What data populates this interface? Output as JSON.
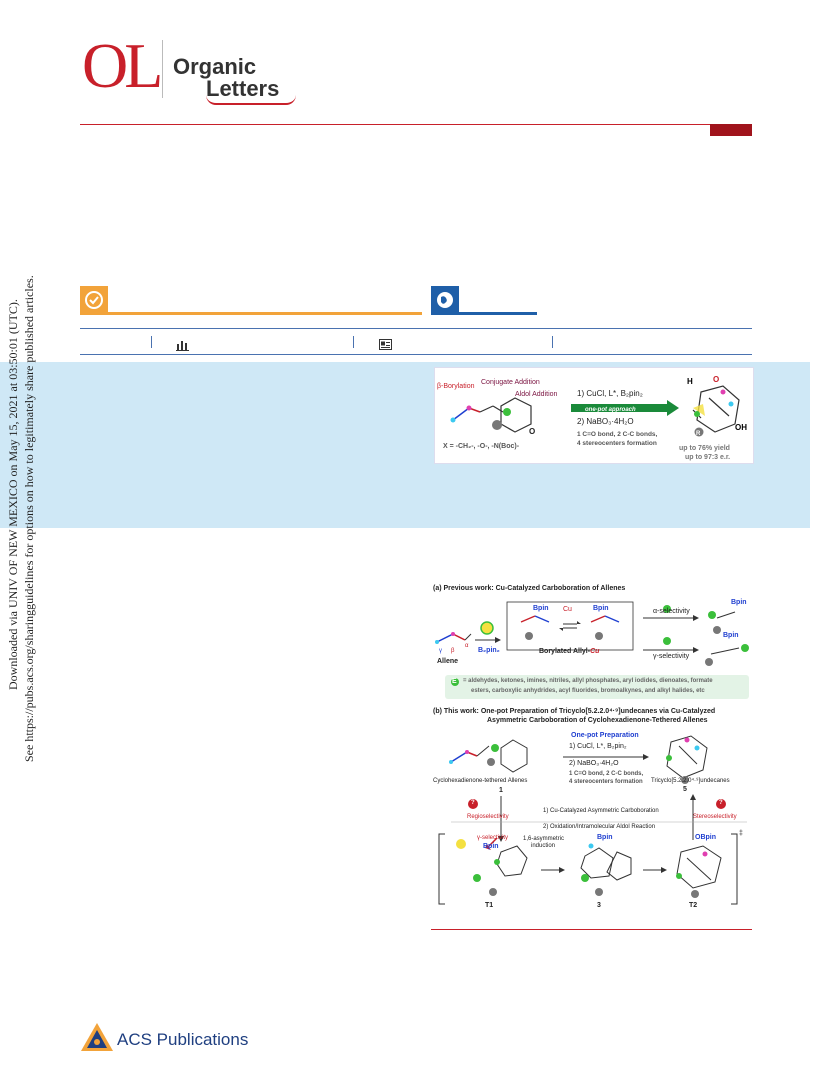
{
  "journal": {
    "logo_letters": "OL",
    "name_line1": "Organic",
    "name_line2": "Letters"
  },
  "sidebar": {
    "line1": "Downloaded via UNIV OF NEW MEXICO on May 15, 2021 at 03:50:01 (UTC).",
    "line2": "See https://pubs.acs.org/sharingguidelines for options on how to legitimately share published articles."
  },
  "toc": {
    "label_beta_borylation": "β-Borylation",
    "label_conjugate_addition": "Conjugate Addition",
    "label_aldol_addition": "Aldol Addition",
    "x_def": "X = -CH₂-, -O-, -N(Boc)-",
    "conditions1": "1) CuCl, L*, B₂pin₂",
    "arrow_label": "one-pot approach",
    "conditions2": "2) NaBO₃·4H₂O",
    "bonds_line1": "1 C=O bond, 2 C-C bonds,",
    "bonds_line2": "4 stereocenters formation",
    "yield": "up to 76% yield",
    "er": "up to 97:3 e.r.",
    "oh": "OH",
    "h": "H",
    "o": "O",
    "r": "R"
  },
  "figure": {
    "part_a_title": "(a) Previous work: Cu-Catalyzed Carboboration of Allenes",
    "allene": "Allene",
    "b2pin2": "B₂pin₂",
    "cu": "Cu",
    "bpin": "Bpin",
    "borylated_allyl": "Borylated Allyl-",
    "alpha_selectivity": "α-selectivity",
    "gamma_selectivity": "γ-selectivity",
    "e_letter": "E",
    "electrophiles_line1": "= aldehydes, ketones, imines, nitriles, allyl phosphates, aryl iodides, dienoates, formate",
    "electrophiles_line2": "esters, carboxylic anhydrides, acyl fluorides, bromoalkynes, and alkyl halides, etc",
    "part_b_title_line1": "(b) This work: One-pot Preparation of Tricyclo[5.2.2.0⁴·⁹]undecanes via Cu-Catalyzed",
    "part_b_title_line2": "Asymmetric Carboboration of Cyclohexadienone-Tethered Allenes",
    "onepot_prep": "One-pot Preparation",
    "cond1": "1) CuCl, L*, B₂pin₂",
    "cond2": "2) NaBO₃·4H₂O",
    "bonds1": "1 C=O bond, 2 C-C bonds,",
    "bonds2": "4 stereocenters formation",
    "sm_label": "Cyclohexadienone-tethered Allenes",
    "sm_num": "1",
    "prod_label": "Tricyclo[5.2.2.0⁴·⁹]undecanes",
    "prod_num": "5",
    "step1": "1) Cu-Catalyzed Asymmetric Carboboration",
    "step2": "2) Oxidation/Intramolecular Aldol Reaction",
    "regioselectivity": "Regioselectivity",
    "stereoselectivity": "Stereoselectivity",
    "gamma_sel_short": "γ-selectivity",
    "induction1": "1,6-asymmetric",
    "induction2": "induction",
    "obpin": "OBpin",
    "t1": "T1",
    "int3": "3",
    "t2": "T2",
    "dagger": "‡",
    "q": "?"
  },
  "footer": {
    "publisher": "ACS Publications"
  },
  "colors": {
    "brand_red": "#c8202a",
    "abstract_blue": "#cfe8f6",
    "green": "#1a8a3a",
    "bond_blue": "#1f3fd0"
  }
}
